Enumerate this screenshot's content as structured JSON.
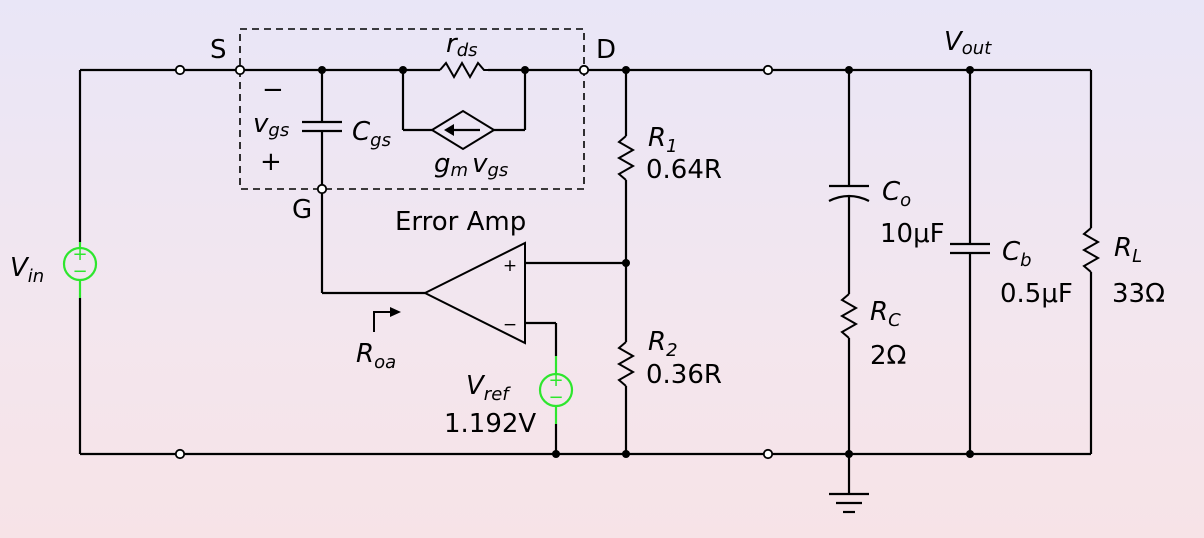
{
  "nodes": {
    "source": "S",
    "drain": "D",
    "gate": "G",
    "output": {
      "main": "V",
      "sub": "out"
    }
  },
  "error_amp": {
    "title": "Error Amp",
    "plus": "+",
    "minus": "−",
    "output_resistance": {
      "main": "R",
      "sub": "oa"
    }
  },
  "mosfet_model": {
    "rds": {
      "main": "r",
      "sub": "ds"
    },
    "cgs": {
      "main": "C",
      "sub": "gs"
    },
    "vgs": {
      "main": "v",
      "sub": "gs"
    },
    "vgs_minus": "−",
    "vgs_plus": "+",
    "gm": {
      "main": "g",
      "sub": "m",
      "tail_main": "v",
      "tail_sub": "gs"
    }
  },
  "sources": {
    "vin": {
      "main": "V",
      "sub": "in",
      "plus": "+",
      "minus": "−"
    },
    "vref": {
      "main": "V",
      "sub": "ref",
      "value": "1.192V",
      "plus": "+",
      "minus": "−"
    }
  },
  "components": {
    "r1": {
      "main": "R",
      "sub": "1",
      "value": "0.64R"
    },
    "r2": {
      "main": "R",
      "sub": "2",
      "value": "0.36R"
    },
    "co": {
      "main": "C",
      "sub": "o",
      "value": "10μF"
    },
    "rc": {
      "main": "R",
      "sub": "C",
      "value": "2Ω"
    },
    "cb": {
      "main": "C",
      "sub": "b",
      "value": "0.5μF"
    },
    "rl": {
      "main": "R",
      "sub": "L",
      "value": "33Ω"
    }
  },
  "colors": {
    "source": "#2ee62e",
    "wire": "#000000"
  }
}
